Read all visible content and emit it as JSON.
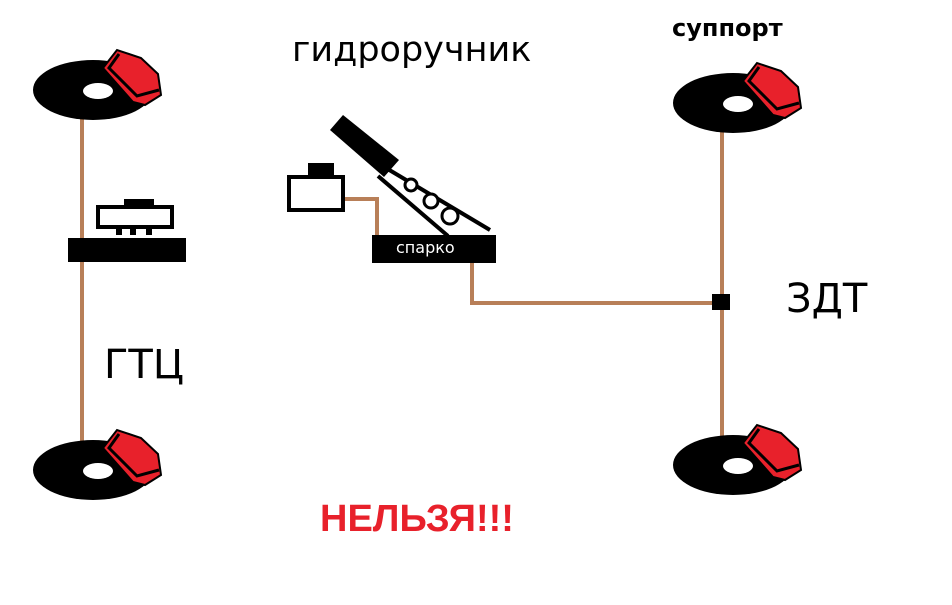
{
  "labels": {
    "handbrake": "гидроручник",
    "caliper": "суппорт",
    "master_cylinder": "ГТЦ",
    "rear_cylinder": "ЗДТ",
    "valve_block": "спарко",
    "warning": "НЕЛЬЗЯ!!!"
  },
  "colors": {
    "brake_line": "#b87f58",
    "pad": "#e8212b",
    "disc": "#000000",
    "warning": "#e8212b"
  },
  "wheels": [
    {
      "name": "front-left-wheel"
    },
    {
      "name": "rear-left-wheel"
    },
    {
      "name": "front-right-wheel"
    },
    {
      "name": "rear-right-wheel"
    }
  ]
}
